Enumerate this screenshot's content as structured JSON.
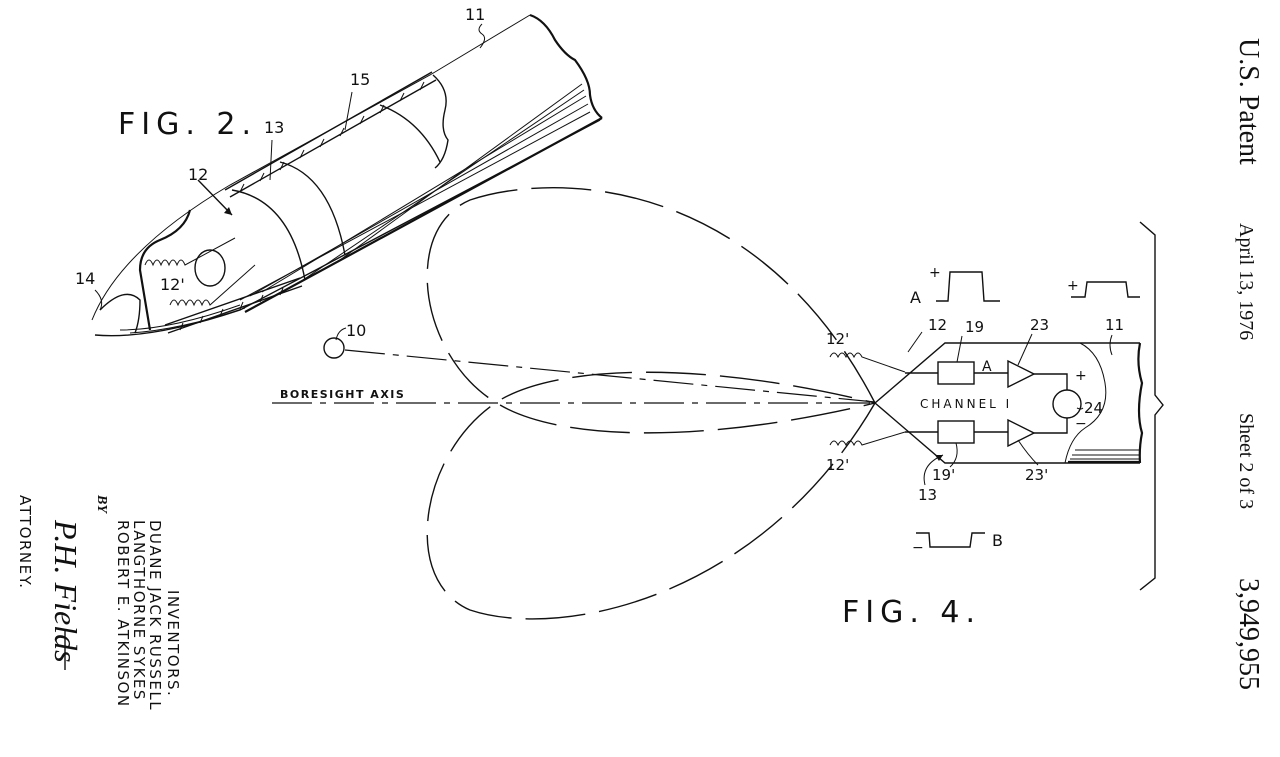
{
  "header": {
    "publication": "U.S. Patent",
    "date": "April 13, 1976",
    "sheet": "Sheet 2 of 3",
    "patent_number": "3,949,955"
  },
  "fig2": {
    "title": "FIG. 2.",
    "refs": {
      "r11": "11",
      "r12": "12",
      "r12p": "12'",
      "r13": "13",
      "r14": "14",
      "r15": "15"
    }
  },
  "fig4": {
    "title": "FIG. 4.",
    "target_ref": "10",
    "boresight_label": "BORESIGHT   AXIS",
    "channel_label": "CHANNEL  I",
    "refs": {
      "r11": "11",
      "r12": "12",
      "r12p_top": "12'",
      "r12p_bottom": "12'",
      "r13": "13",
      "r19": "19",
      "r19p": "19'",
      "r23": "23",
      "r23p": "23'",
      "r24": "24"
    },
    "signal_a_label": "A",
    "signal_b_label": "B",
    "line_a_label": "A",
    "plus": "+",
    "minus": "−"
  },
  "inventors": {
    "heading": "INVENTORS.",
    "names": [
      "DUANE JACK RUSSELL",
      "LANGTHORNE SYKES",
      "ROBERT E. ATKINSON"
    ],
    "by": "BY",
    "signature": "P.H. Fields",
    "role": "ATTORNEY."
  }
}
